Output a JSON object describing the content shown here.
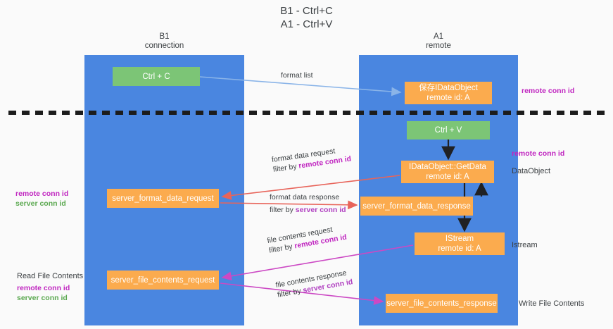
{
  "title": "B1 - Ctrl+C\nA1 - Ctrl+V",
  "lanes": {
    "left": {
      "name": "B1",
      "role": "connection",
      "label": "B1\nconnection",
      "color": "#4a86e0"
    },
    "right": {
      "name": "A1",
      "role": "remote",
      "label": "A1\nremote",
      "color": "#4a86e0"
    }
  },
  "colors": {
    "lane_blue": "#4a86e0",
    "node_green": "#7cc576",
    "node_orange": "#fbab4e",
    "remote_conn_id": "#c026c0",
    "server_conn_id": "#5aa84f",
    "arrow_blue": "#8ab4e8",
    "arrow_red": "#e8645a",
    "arrow_magenta": "#cc49c4",
    "arrow_black": "#202124",
    "divider": "#1c1c1c",
    "text": "#3c4043",
    "background": "#fafafa"
  },
  "nodes": {
    "ctrl_c": {
      "label": "Ctrl + C",
      "lane": "left",
      "style": "green"
    },
    "save_idataobject": {
      "label": "保存IDataObject\nremote id: A",
      "lane": "right",
      "style": "orange"
    },
    "ctrl_v": {
      "label": "Ctrl + V",
      "lane": "right",
      "style": "green"
    },
    "getdata": {
      "label": "IDataObject::GetData\nremote id: A",
      "lane": "right",
      "style": "orange"
    },
    "server_format_data_request": {
      "label": "server_format_data_request",
      "lane": "left",
      "style": "orange"
    },
    "server_format_data_response": {
      "label": "server_format_data_response",
      "lane": "right",
      "style": "orange"
    },
    "istream": {
      "label": "IStream\nremote id: A",
      "lane": "right",
      "style": "orange"
    },
    "server_file_contents_request": {
      "label": "server_file_contents_request",
      "lane": "left",
      "style": "orange"
    },
    "server_file_contents_response": {
      "label": "server_file_contents_response",
      "lane": "right",
      "style": "orange"
    }
  },
  "edges": {
    "format_list": {
      "line1": "format list",
      "line2": "",
      "filter": "",
      "color": "#8ab4e8",
      "direction": "left-to-right"
    },
    "format_data_request": {
      "line1": "format data request",
      "line2_prefix": "filter by ",
      "filter": "remote conn id",
      "color": "#e8645a",
      "direction": "right-to-left"
    },
    "format_data_response": {
      "line1": "format data response",
      "line2_prefix": "filter by ",
      "filter": "server conn id",
      "color": "#e8645a",
      "direction": "left-to-right"
    },
    "file_contents_request": {
      "line1": "file contents request",
      "line2_prefix": "filter by ",
      "filter": "remote conn id",
      "color": "#cc49c4",
      "direction": "right-to-left"
    },
    "file_contents_response": {
      "line1": "file contents response",
      "line2_prefix": "filter by ",
      "filter": "server conn id",
      "color": "#cc49c4",
      "direction": "left-to-right"
    }
  },
  "annotations": {
    "right_remote_conn_id_top": "remote conn id",
    "right_remote_conn_id_mid": "remote conn id",
    "right_dataobject": "DataObject",
    "right_istream": "Istream",
    "right_write_file_contents": "Write File Contents",
    "left_remote_conn_id": "remote conn id",
    "left_server_conn_id": "server conn id",
    "left_read_file_contents": "Read File Contents",
    "left_remote_conn_id_2": "remote conn id",
    "left_server_conn_id_2": "server conn id"
  }
}
